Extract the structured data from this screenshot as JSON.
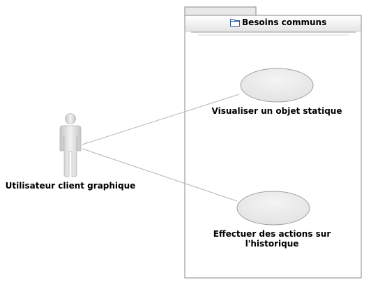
{
  "package": {
    "title": "Besoins communs",
    "icon": "folder-icon"
  },
  "actor": {
    "label": "Utilisateur client graphique",
    "icon": "actor-icon"
  },
  "use_cases": [
    {
      "label_lines": [
        "Visualiser un objet statique"
      ]
    },
    {
      "label_lines": [
        "Effectuer des actions sur",
        "l'historique"
      ]
    }
  ],
  "colors": {
    "package_border": "#8a8a8a",
    "package_tab": "#e8e8e8",
    "header_gradient_top": "#ffffff",
    "header_gradient_bottom": "#e2e2e2",
    "usecase_fill": "#e6e6e6",
    "usecase_stroke": "#a0a0a0",
    "association_line": "#b4b4b4",
    "actor_fill": "#d2d2d2",
    "actor_highlight": "#f2f2f2",
    "folder_icon_stroke": "#2f5b9b"
  }
}
